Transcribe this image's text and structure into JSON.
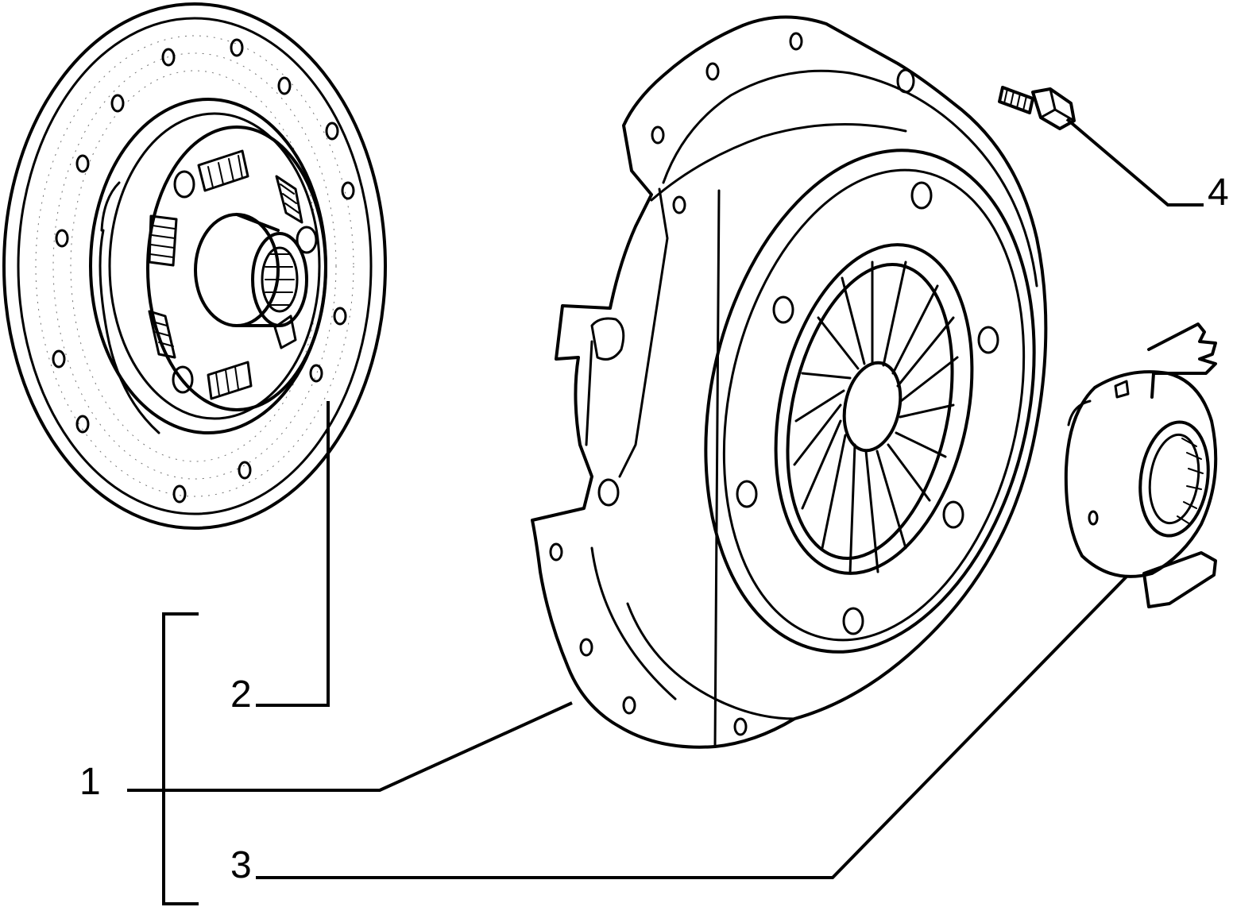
{
  "diagram": {
    "colors": {
      "ink": "#000000",
      "background": "#ffffff"
    },
    "parts": [
      {
        "number": "1",
        "kind": "clutch-pressure-plate-assembly-group"
      },
      {
        "number": "2",
        "kind": "clutch-disc"
      },
      {
        "number": "3",
        "kind": "release-bearing"
      },
      {
        "number": "4",
        "kind": "bolt"
      }
    ],
    "callouts": {
      "item_1": "1",
      "item_2": "2",
      "item_3": "3",
      "item_4": "4"
    }
  }
}
